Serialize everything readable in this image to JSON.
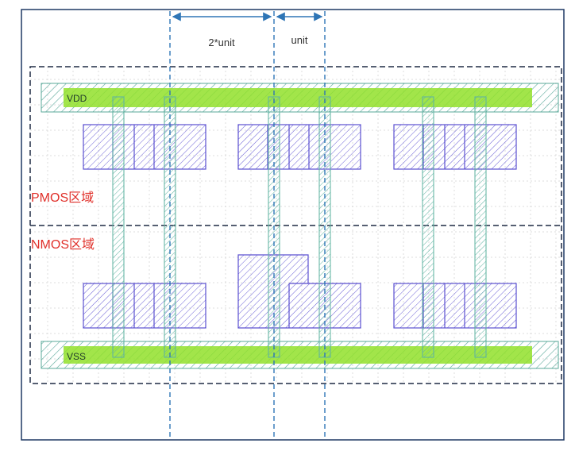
{
  "dimensions": {
    "width_label": "2*unit",
    "unit_label": "unit"
  },
  "rails": {
    "vdd_label": "VDD",
    "vss_label": "VSS"
  },
  "regions": {
    "pmos_label": "PMOS区域",
    "nmos_label": "NMOS区域"
  },
  "colors": {
    "frame": "#1f3864",
    "grid": "#c9c9c9",
    "dashed_region": "#1f2a44",
    "guide": "#2e75b6",
    "rail_fill": "#92e02a",
    "rail_hatch": "#5aa89a",
    "poly": "#5fb3a2",
    "diffusion": "#5b4fd0",
    "region_text": "#e0302a"
  }
}
